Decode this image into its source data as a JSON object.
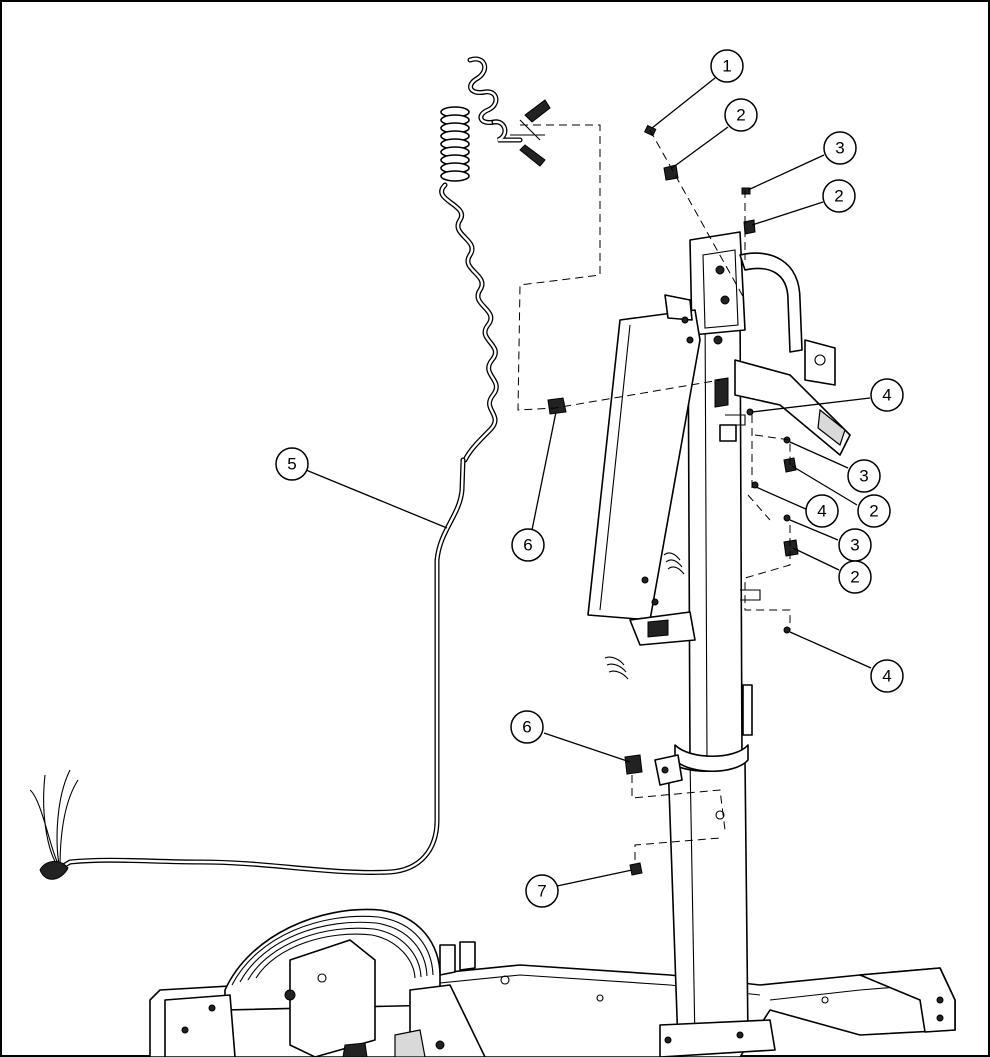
{
  "callouts": [
    {
      "label": "1"
    },
    {
      "label": "2"
    },
    {
      "label": "3"
    },
    {
      "label": "2"
    },
    {
      "label": "4"
    },
    {
      "label": "3"
    },
    {
      "label": "2"
    },
    {
      "label": "4"
    },
    {
      "label": "3"
    },
    {
      "label": "2"
    },
    {
      "label": "4"
    },
    {
      "label": "5"
    },
    {
      "label": "6"
    },
    {
      "label": "6"
    },
    {
      "label": "7"
    }
  ]
}
